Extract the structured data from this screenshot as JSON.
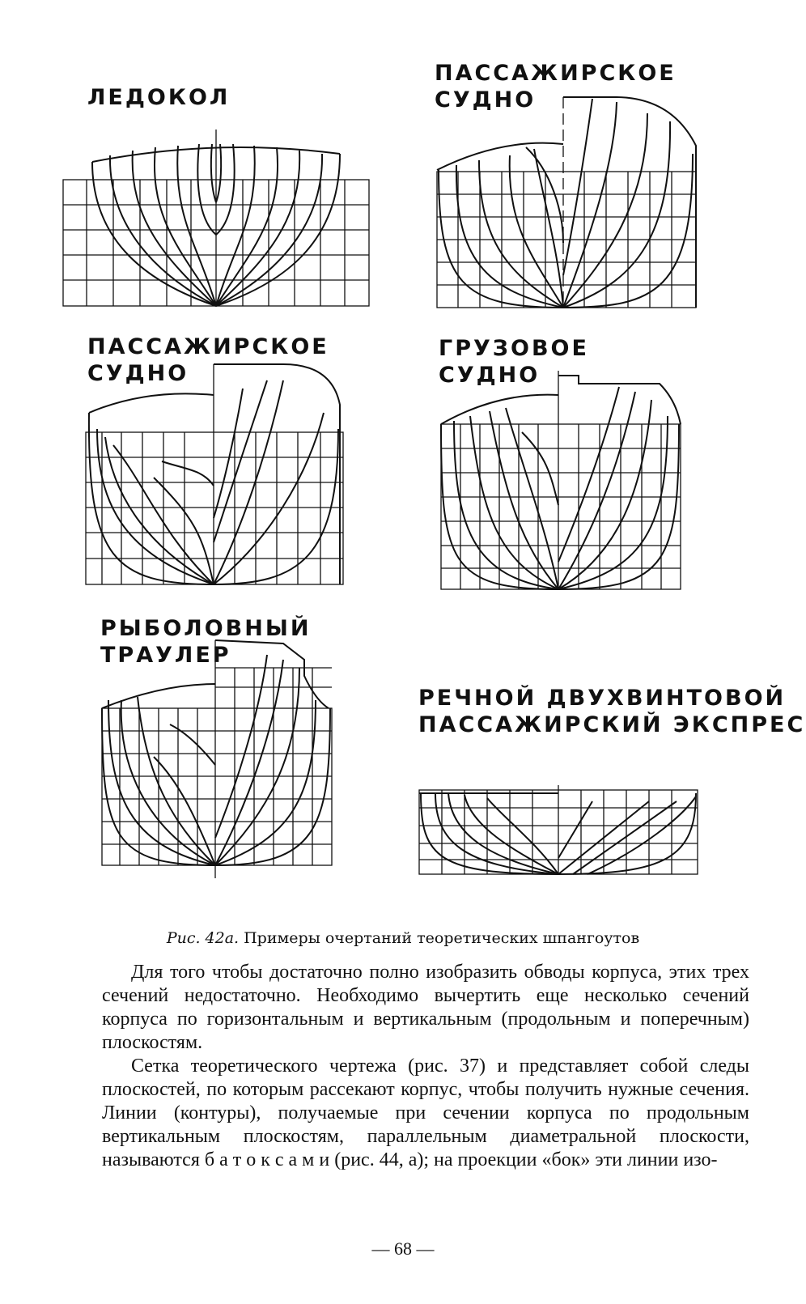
{
  "figures": {
    "icebreaker": "ЛЕДОКОЛ",
    "passenger_1": "ПАССАЖИРСКОЕ\nСУДНО",
    "passenger_2": "ПАССАЖИРСКОЕ\nСУДНО",
    "cargo": "ГРУЗОВОЕ\nСУДНО",
    "trawler": "РЫБОЛОВНЫЙ\nТРАУЛЕР",
    "river_express": "РЕЧНОЙ ДВУХВИНТОВОЙ\nПАССАЖИРСКИЙ ЭКСПРЕСС"
  },
  "caption": {
    "prefix": "Рис. 42а.",
    "text": "Примеры очертаний теоретических шпангоутов"
  },
  "body": {
    "paragraph_1": "Для того чтобы достаточно полно изобразить обводы корпуса, этих трех сечений недостаточно. Необходимо вычертить еще несколько сечений корпуса по горизонтальным и вертикальным (продольным и поперечным) плоскостям.",
    "paragraph_2": "Сетка теоретического чертежа (рис. 37) и представляет собой следы плоскостей, по которым рассекают корпус, чтобы получить нужные сечения. Линии (контуры), получаемые при сечении корпуса по продольным вертикальным плоскостям, параллельным диаметральной плоскости, называются б а т о к с а м и (рис. 44, а); на проекции «бок» эти линии изо-"
  },
  "page_number": "— 68 —"
}
